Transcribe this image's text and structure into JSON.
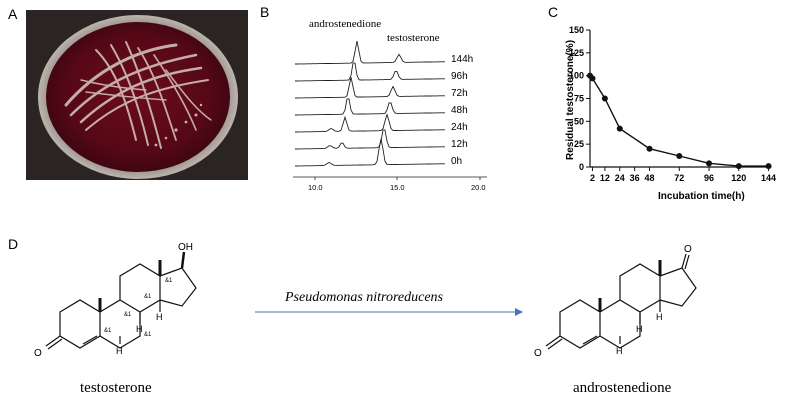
{
  "panels": {
    "a": "A",
    "b": "B",
    "c": "C",
    "d": "D"
  },
  "panel_b": {
    "labels": {
      "androstenedione": "androstenedione",
      "testosterone": "testosterone"
    },
    "traces": [
      "144h",
      "96h",
      "72h",
      "48h",
      "24h",
      "12h",
      "0h"
    ],
    "ticks": [
      "10.0",
      "15.0",
      "20.0"
    ]
  },
  "chart_data": {
    "type": "line",
    "ylabel": "Residual testosterone(%)",
    "xlabel": "Incubation time(h)",
    "x": [
      2,
      12,
      24,
      48,
      72,
      96,
      120,
      144
    ],
    "y": [
      97,
      75,
      42,
      20,
      12,
      4,
      1,
      1
    ],
    "x_points_first": 0,
    "points": [
      [
        0,
        100
      ],
      [
        2,
        97
      ],
      [
        12,
        75
      ],
      [
        24,
        42
      ],
      [
        48,
        20
      ],
      [
        72,
        12
      ],
      [
        96,
        4
      ],
      [
        120,
        1
      ],
      [
        144,
        1
      ]
    ],
    "xticks": [
      "2",
      "12",
      "24",
      "36",
      "48",
      "72",
      "96",
      "120",
      "144"
    ],
    "yticks": [
      "0",
      "25",
      "50",
      "75",
      "100",
      "125",
      "150"
    ],
    "ylim": [
      0,
      150
    ]
  },
  "panel_d": {
    "left_molecule": "testosterone",
    "right_molecule": "androstenedione",
    "arrow_text": "Pseudomonas nitroreducens",
    "atoms": {
      "oh": "OH",
      "o": "O",
      "h": "H",
      "stereo": "&1"
    }
  }
}
